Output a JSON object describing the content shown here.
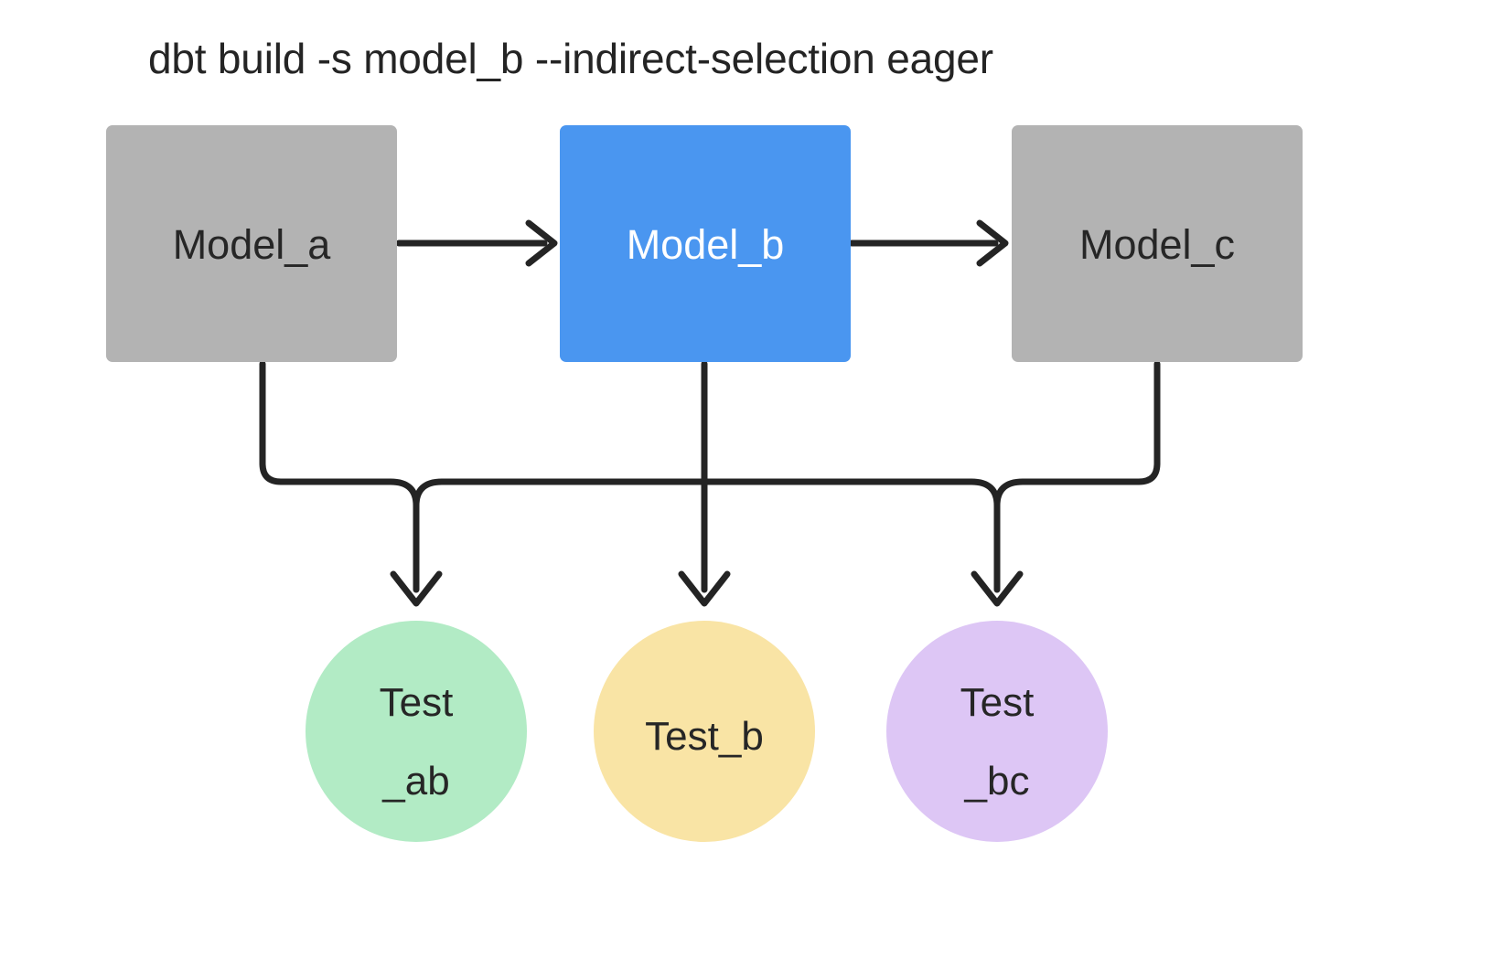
{
  "title": "dbt build -s model_b --indirect-selection eager",
  "colors": {
    "background": "#ffffff",
    "model_default": "#b3b3b3",
    "model_selected": "#4a96f0",
    "test_ab": "#b2ebc5",
    "test_b": "#f9e4a5",
    "test_bc": "#ddc6f5",
    "edge": "#242424",
    "text_dark": "#262626",
    "text_light": "#ffffff"
  },
  "models": [
    {
      "id": "model_a",
      "label": "Model_a",
      "state": "unselected"
    },
    {
      "id": "model_b",
      "label": "Model_b",
      "state": "selected"
    },
    {
      "id": "model_c",
      "label": "Model_c",
      "state": "unselected"
    }
  ],
  "tests": [
    {
      "id": "test_ab",
      "line1": "Test",
      "line2": "_ab",
      "label": "Test_ab"
    },
    {
      "id": "test_b",
      "line1": "Test_b",
      "line2": "",
      "label": "Test_b"
    },
    {
      "id": "test_bc",
      "line1": "Test",
      "line2": "_bc",
      "label": "Test_bc"
    }
  ],
  "edges": [
    {
      "from": "model_a",
      "to": "model_b",
      "kind": "model-to-model"
    },
    {
      "from": "model_b",
      "to": "model_c",
      "kind": "model-to-model"
    },
    {
      "from": "model_a",
      "to": "test_ab",
      "kind": "model-to-test"
    },
    {
      "from": "model_b",
      "to": "test_ab",
      "kind": "model-to-test"
    },
    {
      "from": "model_b",
      "to": "test_b",
      "kind": "model-to-test"
    },
    {
      "from": "model_b",
      "to": "test_bc",
      "kind": "model-to-test"
    },
    {
      "from": "model_c",
      "to": "test_bc",
      "kind": "model-to-test"
    }
  ]
}
